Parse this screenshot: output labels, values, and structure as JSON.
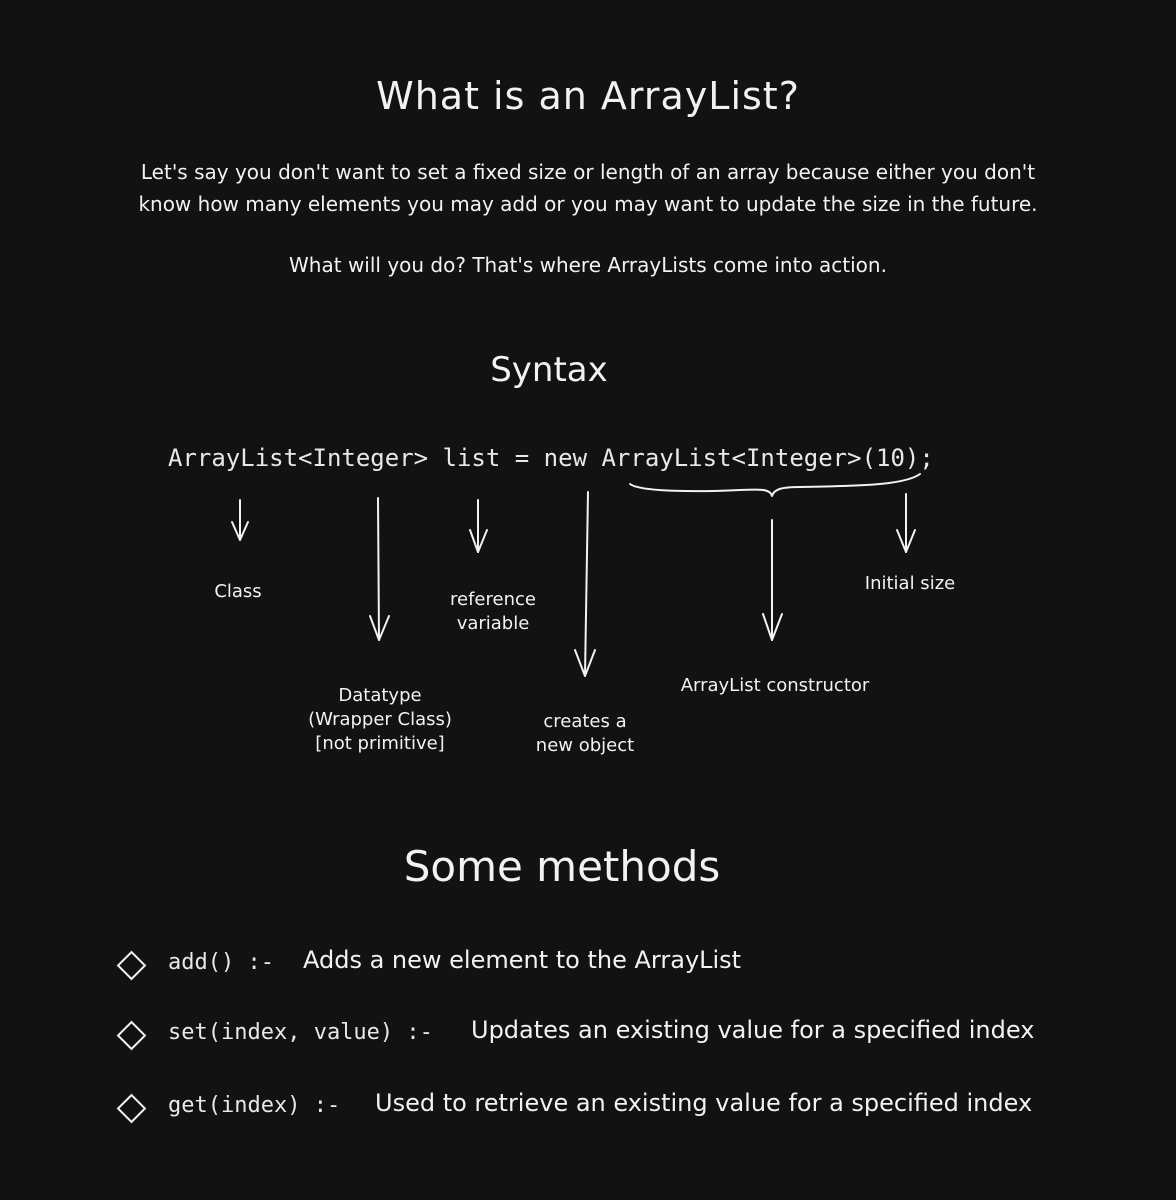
{
  "title": "What is an ArrayList?",
  "intro": {
    "line1": "Let's say you don't want to set a fixed size or length of an array because either you don't",
    "line2": "know how many elements you may add or you may want to update the size in the future.",
    "line3": "What will you do? That's where ArrayLists come into action."
  },
  "syntax": {
    "title": "Syntax",
    "code": "ArrayList<Integer> list = new ArrayList<Integer>(10);",
    "labels": {
      "class": "Class",
      "datatype": [
        "Datatype",
        "(Wrapper Class)",
        "[not primitive]"
      ],
      "reference": [
        "reference",
        "variable"
      ],
      "new_object": [
        "creates a",
        "new object"
      ],
      "constructor": "ArrayList constructor",
      "initial_size": "Initial size"
    }
  },
  "methods": {
    "title": "Some methods",
    "items": [
      {
        "signature": "add() :-",
        "description": "Adds a new element to the ArrayList"
      },
      {
        "signature": "set(index, value) :-",
        "description": "Updates an existing value for a specified index"
      },
      {
        "signature": "get(index) :-",
        "description": "Used to retrieve an existing value for a specified index"
      }
    ]
  },
  "colors": {
    "background": "#121212",
    "foreground": "#f2f2f2"
  }
}
